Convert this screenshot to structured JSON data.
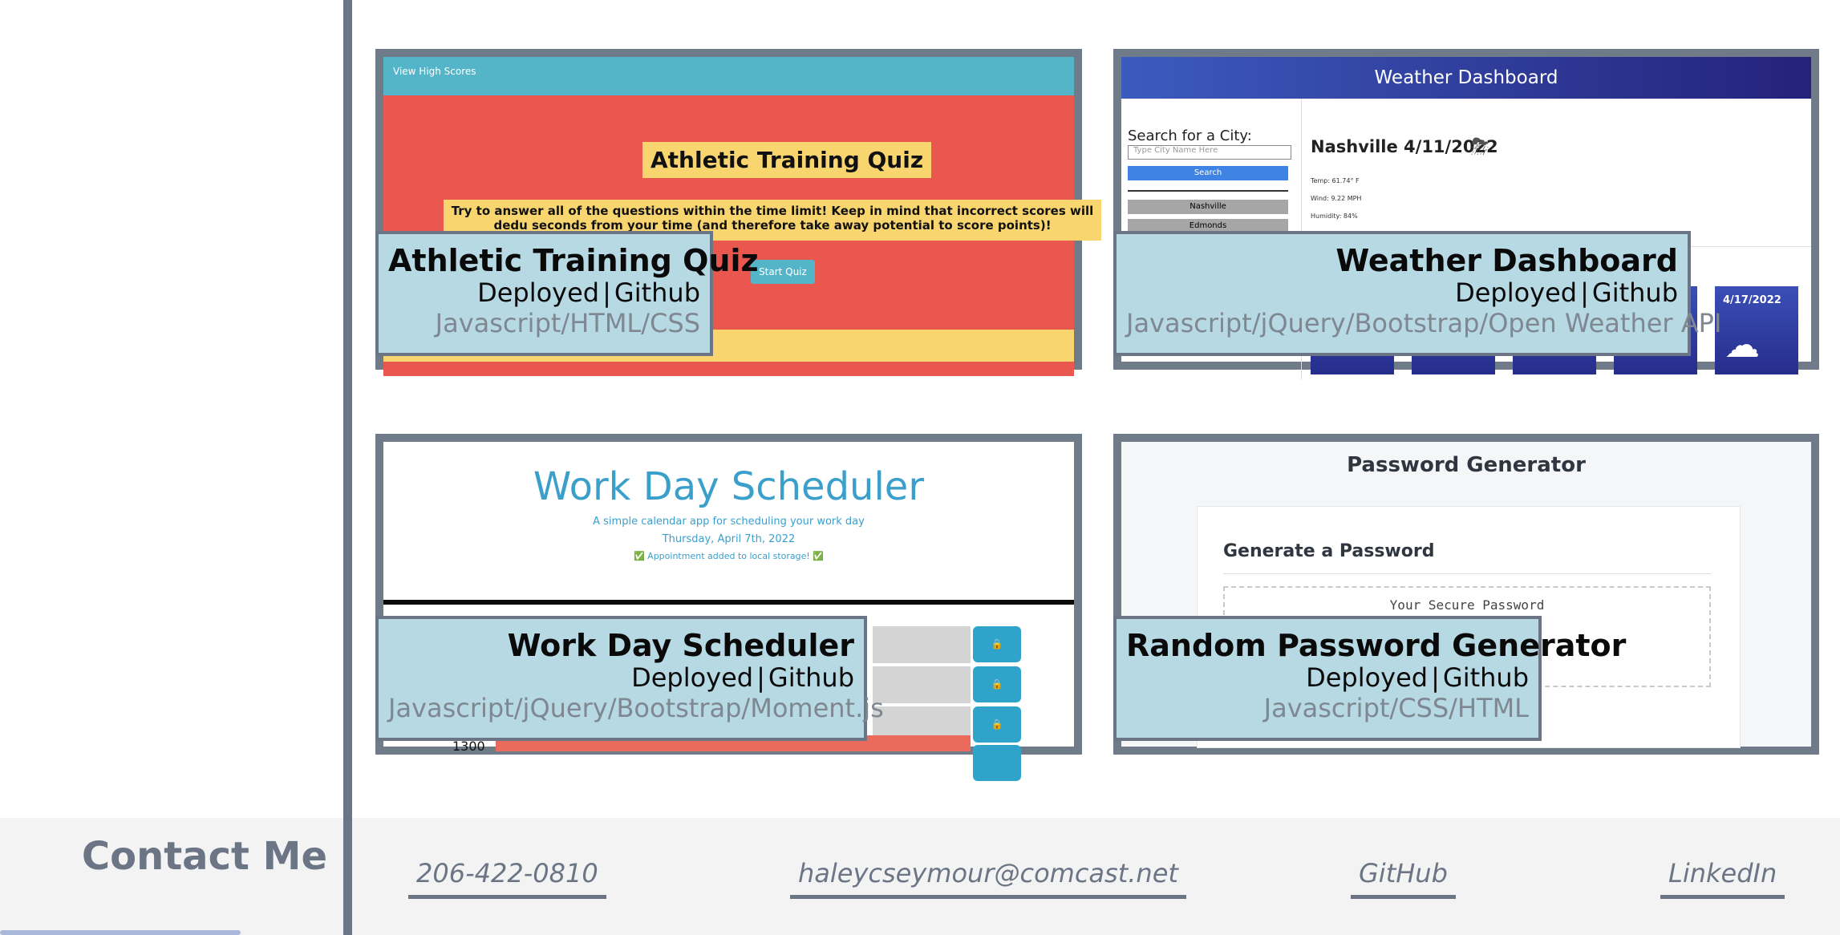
{
  "projects": [
    {
      "title": "Athletic Training Quiz",
      "deployed_label": "Deployed",
      "separator": "|",
      "github_label": "Github",
      "tech": "Javascript/HTML/CSS",
      "preview": {
        "nav_link": "View High Scores",
        "heading": "Athletic Training Quiz",
        "description": "Try to answer all of the questions within the time limit! Keep in mind that incorrect scores will dedu seconds from your time (and therefore take away potential to score points)!",
        "button": "Start Quiz"
      }
    },
    {
      "title": "Weather Dashboard",
      "deployed_label": "Deployed",
      "separator": "|",
      "github_label": "Github",
      "tech": "Javascript/jQuery/Bootstrap/Open Weather API",
      "preview": {
        "header": "Weather Dashboard",
        "search_label": "Search for a City:",
        "search_placeholder": "Type City Name Here",
        "search_button": "Search",
        "history_item": "Nashville",
        "history_item_2": "Edmonds",
        "city_date": "Nashville 4/11/2022",
        "temp": "Temp: 61.74° F",
        "wind": "Wind: 9.22 MPH",
        "humidity": "Humidity: 84%",
        "forecast_date": "4/17/2022"
      }
    },
    {
      "title": "Work Day Scheduler",
      "deployed_label": "Deployed",
      "separator": "|",
      "github_label": "Github",
      "tech": "Javascript/jQuery/Bootstrap/Moment.js",
      "preview": {
        "heading": "Work Day Scheduler",
        "subtitle": "A simple calendar app for scheduling your work day",
        "date": "Thursday, April 7th, 2022",
        "notice": "✅ Appointment added to local storage! ✅",
        "hour": "1300"
      }
    },
    {
      "title": "Random Password Generator",
      "deployed_label": "Deployed",
      "separator": "|",
      "github_label": "Github",
      "tech": "Javascript/CSS/HTML",
      "preview": {
        "header": "Password Generator",
        "card_title": "Generate a Password",
        "placeholder": "Your Secure Password"
      }
    }
  ],
  "contact": {
    "title": "Contact Me",
    "phone": "206-422-0810",
    "email": "haleycseymour@comcast.net",
    "github": "GitHub",
    "linkedin": "LinkedIn"
  },
  "colors": {
    "accent": "#6b7585",
    "label_bg": "#b6d9e4",
    "footer_bg": "#f3f3f3"
  }
}
